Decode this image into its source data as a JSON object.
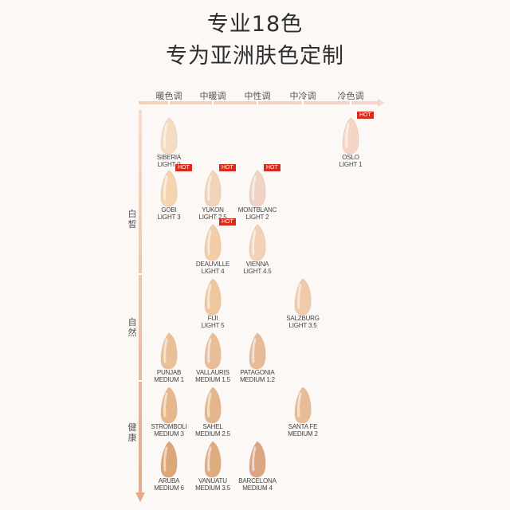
{
  "title_line1": "专业18色",
  "title_line2": "专为亚洲肤色定制",
  "tones": [
    "暖色调",
    "中暖调",
    "中性调",
    "中冷调",
    "冷色调"
  ],
  "depths": [
    "白皙",
    "自然",
    "健康"
  ],
  "hot_label": "HOT",
  "shades": [
    {
      "name": "SIBERIA",
      "code": "LIGHT 0",
      "tone": 0,
      "row": 0,
      "color": "#f6dcc2",
      "hot": false
    },
    {
      "name": "OSLO",
      "code": "LIGHT 1",
      "tone": 4,
      "row": 0,
      "color": "#f5d5c6",
      "hot": true
    },
    {
      "name": "GOBI",
      "code": "LIGHT 3",
      "tone": 0,
      "row": 1,
      "color": "#f4d5b0",
      "hot": true
    },
    {
      "name": "YUKON",
      "code": "LIGHT 2.5",
      "tone": 1,
      "row": 1,
      "color": "#f3d3b8",
      "hot": true
    },
    {
      "name": "MONTBLANC",
      "code": "LIGHT 2",
      "tone": 2,
      "row": 1,
      "color": "#f0d3c5",
      "hot": true
    },
    {
      "name": "DEAUVILLE",
      "code": "LIGHT 4",
      "tone": 1,
      "row": 2,
      "color": "#f1cea5",
      "hot": true
    },
    {
      "name": "VIENNA",
      "code": "LIGHT 4.5",
      "tone": 2,
      "row": 2,
      "color": "#f2d2b6",
      "hot": false
    },
    {
      "name": "FIJI",
      "code": "LIGHT 5",
      "tone": 1,
      "row": 3,
      "color": "#eec79e",
      "hot": false
    },
    {
      "name": "SALZBURG",
      "code": "LIGHT 3.5",
      "tone": 3,
      "row": 3,
      "color": "#efcba9",
      "hot": false
    },
    {
      "name": "PUNJAB",
      "code": "MEDIUM 1",
      "tone": 0,
      "row": 4,
      "color": "#eac096",
      "hot": false
    },
    {
      "name": "VALLAURIS",
      "code": "MEDIUM 1.5",
      "tone": 1,
      "row": 4,
      "color": "#e8be98",
      "hot": false
    },
    {
      "name": "PATAGONIA",
      "code": "MEDIUM 1.2",
      "tone": 2,
      "row": 4,
      "color": "#e6bb98",
      "hot": false
    },
    {
      "name": "STROMBOLI",
      "code": "MEDIUM 3",
      "tone": 0,
      "row": 5,
      "color": "#e6b78a",
      "hot": false
    },
    {
      "name": "SAHEL",
      "code": "MEDIUM 2.5",
      "tone": 1,
      "row": 5,
      "color": "#e5b68c",
      "hot": false
    },
    {
      "name": "SANTA FE",
      "code": "MEDIUM 2",
      "tone": 3,
      "row": 5,
      "color": "#e7bc97",
      "hot": false
    },
    {
      "name": "ARUBA",
      "code": "MEDIUM 6",
      "tone": 0,
      "row": 6,
      "color": "#dda679",
      "hot": false
    },
    {
      "name": "VANUATU",
      "code": "MEDIUM 3.5",
      "tone": 1,
      "row": 6,
      "color": "#dfac80",
      "hot": false
    },
    {
      "name": "BARCELONA",
      "code": "MEDIUM 4",
      "tone": 2,
      "row": 6,
      "color": "#dba583",
      "hot": false
    }
  ],
  "accent_color": "#f2d4c8",
  "hot_color": "#d92b1c"
}
